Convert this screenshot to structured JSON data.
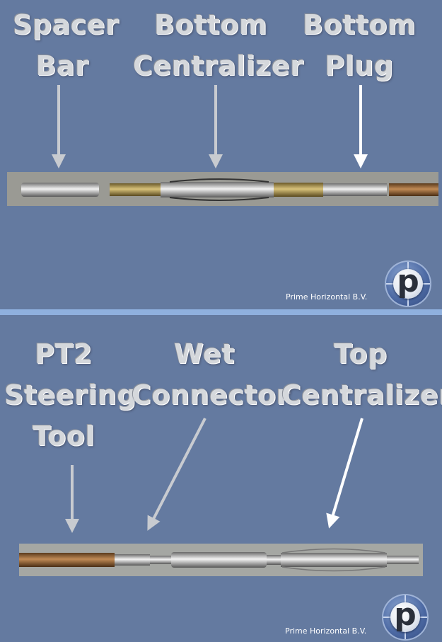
{
  "slides": [
    {
      "labels": [
        {
          "lines": [
            "Spacer",
            "Bar"
          ]
        },
        {
          "lines": [
            "Bottom",
            "Centralizer"
          ]
        },
        {
          "lines": [
            "Bottom",
            "Plug"
          ]
        }
      ],
      "footer_text": "Prime Horizontal B.V.",
      "logo_letter": "p"
    },
    {
      "labels": [
        {
          "lines": [
            "PT2",
            "Steering",
            "Tool"
          ]
        },
        {
          "lines": [
            "Wet",
            "Connector"
          ]
        },
        {
          "lines": [
            "Top",
            "Centralizer"
          ]
        }
      ],
      "footer_text": "Prime Horizontal B.V.",
      "logo_letter": "p"
    }
  ],
  "colors": {
    "background": "#647aa0",
    "divider": "#8fb0de",
    "label_text": "#d5d8dc",
    "arrow_gray": "#c8cbd0",
    "arrow_white": "#ffffff"
  },
  "icons": [
    "arrow-down-icon",
    "prime-horizontal-logo-icon"
  ]
}
